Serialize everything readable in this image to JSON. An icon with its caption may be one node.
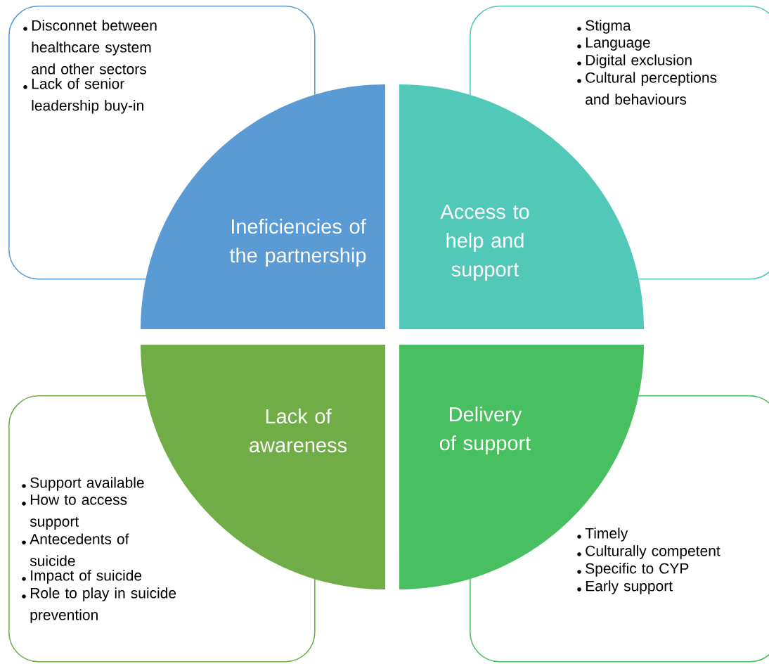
{
  "diagram": {
    "nodes": [
      {
        "text": [
          "Disconnet between healthcare system and other sectors",
          "Lack of senior leadership buy-in"
        ]
      },
      {
        "text": [
          "Stigma",
          "Language",
          "Digital exclusion",
          "Cultural perceptions and behaviours"
        ]
      },
      {
        "text": [
          "Ineficiencies of the partnership"
        ]
      },
      {
        "text": [
          "Access to help and support"
        ]
      },
      {
        "text": [
          "Lack of awareness"
        ]
      },
      {
        "text": [
          "Delivery of support"
        ]
      },
      {
        "text": [
          "Support available",
          "How to access support",
          "Antecedents of suicide",
          "Impact of suicide",
          "Role to play in suicide prevention"
        ]
      },
      {
        "text": [
          "Timely",
          "Culturally competent",
          "Specific to CYP",
          "Early support"
        ]
      }
    ]
  }
}
